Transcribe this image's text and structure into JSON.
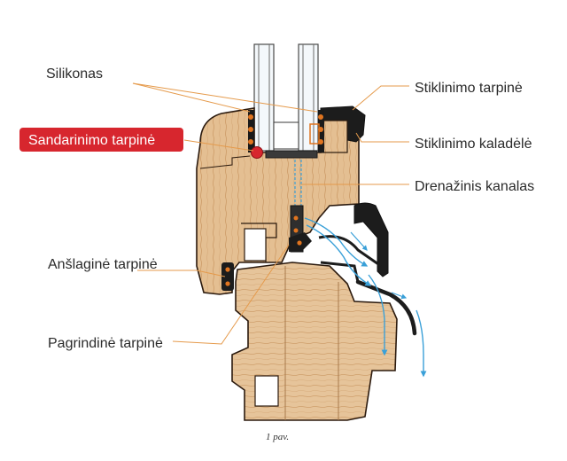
{
  "labels": {
    "silikonas": "Silikonas",
    "sandarinimo_tarpine": "Sandarinimo tarpinė",
    "anslagine_tarpine": "Anšlaginė tarpinė",
    "pagrindine_tarpine": "Pagrindinė tarpinė",
    "stiklinimo_tarpine": "Stiklinimo tarpinė",
    "stiklinimo_kaladele": "Stiklinimo kaladėlė",
    "drenazinis_kanalas": "Drenažinis kanalas"
  },
  "caption": "1 pav.",
  "colors": {
    "wood": "#e4bf92",
    "wood_grain": "#c99b68",
    "outline": "#2b1a0e",
    "leader": "#e59a4b",
    "highlight": "#d7262e",
    "drain_arrow": "#3aa0d8",
    "seal": "#1a1a1a",
    "gasket_dot": "#e0741f"
  }
}
